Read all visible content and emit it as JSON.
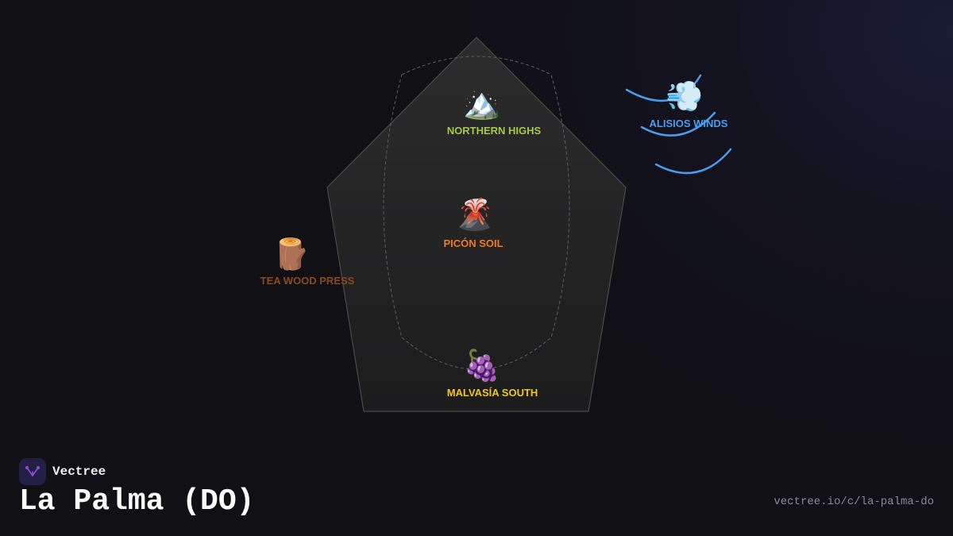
{
  "brand": {
    "name": "Vectree",
    "logo_icon": "vectree-logo-icon",
    "logo_color": "#8a4fd6"
  },
  "page": {
    "title": "La Palma (DO)",
    "url": "vectree.io/c/la-palma-do"
  },
  "diagram": {
    "shape": "pentagon",
    "nodes": [
      {
        "id": "northern-highs",
        "label": "NORTHERN HIGHS",
        "icon": "mountain-icon",
        "emoji": "🏔️",
        "color": "#a3c94a"
      },
      {
        "id": "picon-soil",
        "label": "PICÓN SOIL",
        "icon": "volcano-icon",
        "emoji": "🌋",
        "color": "#f07a1e"
      },
      {
        "id": "tea-wood-press",
        "label": "TEA WOOD PRESS",
        "icon": "wood-log-icon",
        "emoji": "🪵",
        "color": "#8b4a1d"
      },
      {
        "id": "malvasia-south",
        "label": "MALVASÍA SOUTH",
        "icon": "grapes-icon",
        "emoji": "🍇",
        "color": "#f2c81c"
      },
      {
        "id": "alisios-winds",
        "label": "ALISIOS WINDS",
        "icon": "wind-icon",
        "emoji": "💨",
        "color": "#4a9cf0"
      }
    ]
  }
}
